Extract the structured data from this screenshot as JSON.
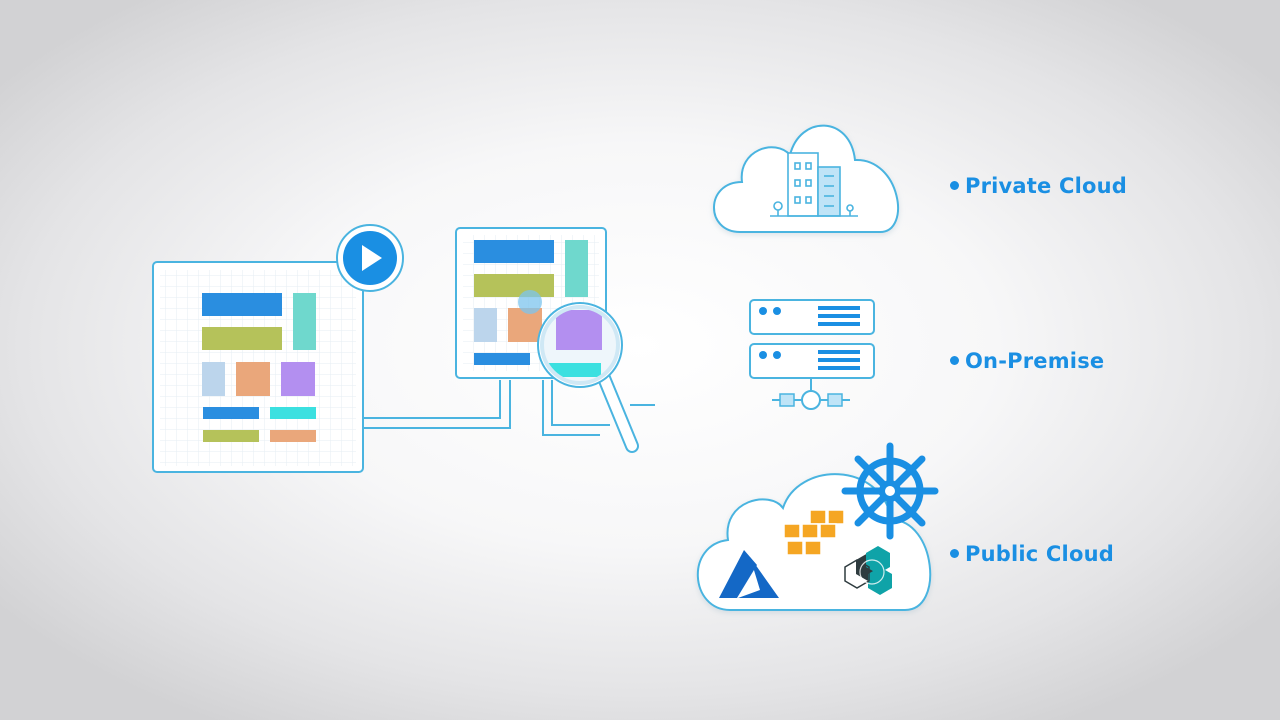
{
  "colors": {
    "accent": "#1a8fe3",
    "outline": "#4ab4e0",
    "grid": "#e6eef3",
    "block_blue": "#2a8ee0",
    "block_olive": "#b5c25a",
    "block_teal": "#6fd8cd",
    "block_lightblue": "#bcd5ec",
    "block_peach": "#eaa77b",
    "block_purple": "#b38ff0",
    "block_cyan": "#3be0e0",
    "aws_orange": "#f5a623",
    "azure_blue": "#1468c6",
    "ibm_teal": "#0fa3a8",
    "ibm_dark": "#2e3b3f"
  },
  "labels": {
    "private_cloud": "Private Cloud",
    "on_premise": "On-Premise",
    "public_cloud": "Public Cloud"
  },
  "icons": {
    "play": "play-button-icon",
    "magnifier": "magnifier-icon",
    "building": "building-icon",
    "server": "server-rack-icon",
    "kubernetes": "kubernetes-helm-icon",
    "aws": "aws-cubes-icon",
    "azure": "azure-logo-icon",
    "ibm": "ibm-cloud-hexagon-icon"
  }
}
